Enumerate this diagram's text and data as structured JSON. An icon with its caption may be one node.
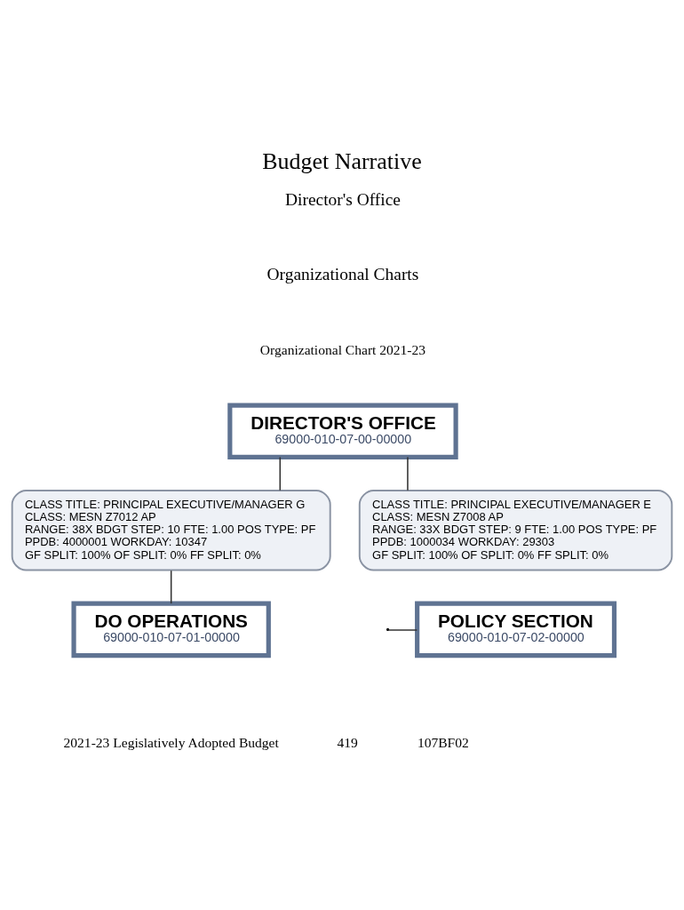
{
  "diagram": {
    "title": "Budget Narrative",
    "nodes": [
      {
        "text": [
          "DIRECTOR'S OFFICE",
          "69000-010-07-00-00000"
        ]
      },
      {
        "text": [
          "CLASS TITLE: PRINCIPAL EXECUTIVE/MANAGER G",
          "CLASS: MESN Z7012 AP",
          "RANGE: 38X BDGT STEP: 10 FTE: 1.00 POS TYPE: PF",
          "PPDB: 4000001 WORKDAY: 10347",
          "GF SPLIT: 100% OF SPLIT: 0% FF SPLIT: 0%"
        ]
      },
      {
        "text": [
          "CLASS TITLE: PRINCIPAL EXECUTIVE/MANAGER E",
          "CLASS: MESN Z7008 AP",
          "RANGE: 33X BDGT STEP: 9 FTE: 1.00 POS TYPE: PF",
          "PPDB: 1000034 WORKDAY: 29303",
          "GF SPLIT: 100% OF SPLIT: 0% FF SPLIT: 0%"
        ]
      },
      {
        "text": [
          "DO OPERATIONS",
          "69000-010-07-01-00000"
        ]
      },
      {
        "text": [
          "POLICY SECTION",
          "69000-010-07-02-00000"
        ]
      }
    ],
    "edges": [
      {
        "from": 0,
        "to": 1,
        "arrow": "none"
      },
      {
        "from": 0,
        "to": 2,
        "arrow": "none"
      },
      {
        "from": 1,
        "to": 3,
        "arrow": "none"
      },
      {
        "from": null,
        "to": 4,
        "arrow": "none"
      }
    ],
    "labels": [
      "Director's Office",
      "Organizational Charts",
      "Organizational Chart 2021-23",
      "2021-23 Legislatively Adopted Budget",
      "419",
      "107BF02"
    ]
  }
}
